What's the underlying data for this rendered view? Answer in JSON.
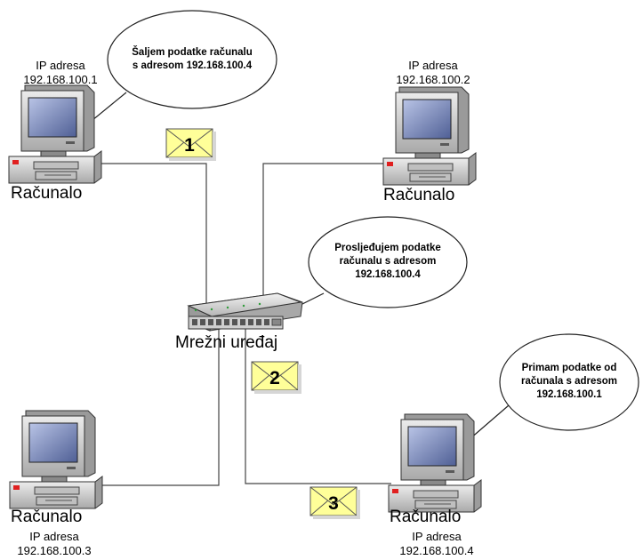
{
  "computers": [
    {
      "label": "Računalo",
      "ip_label": "IP adresa",
      "ip": "192.168.100.1"
    },
    {
      "label": "Računalo",
      "ip_label": "IP adresa",
      "ip": "192.168.100.2"
    },
    {
      "label": "Računalo",
      "ip_label": "IP adresa",
      "ip": "192.168.100.3"
    },
    {
      "label": "Računalo",
      "ip_label": "IP adresa",
      "ip": "192.168.100.4"
    }
  ],
  "device": {
    "label": "Mrežni uređaj"
  },
  "bubbles": [
    {
      "line1": "Šaljem podatke računalu",
      "line2": "s adresom 192.168.100.4"
    },
    {
      "line1": "Prosljeđujem podatke",
      "line2": "računalu s adresom",
      "line3": "192.168.100.4"
    },
    {
      "line1": "Primam podatke od",
      "line2": "računala s adresom",
      "line3": "192.168.100.1"
    }
  ],
  "envelopes": [
    "1",
    "2",
    "3"
  ],
  "colors": {
    "envelope_fill": "#ffff99",
    "monitor_body": "#c8c8c8",
    "screen": "#6e7fb0",
    "led_red": "#e02020"
  }
}
